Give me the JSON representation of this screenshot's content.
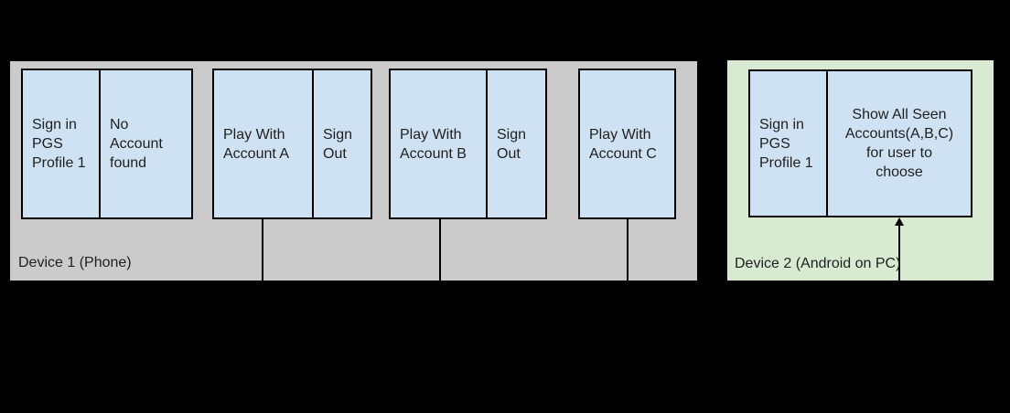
{
  "colors": {
    "background": "#000000",
    "device1-fill": "#cbcbcb",
    "device2-fill": "#d9ead3",
    "box-fill": "#cfe2f3",
    "box-border": "#000000",
    "text": "#1f1f1f"
  },
  "device1": {
    "label": "Device 1 (Phone)",
    "groups": [
      {
        "cells": [
          {
            "text": "Sign in\nPGS\nProfile 1"
          },
          {
            "text": "No\nAccount\nfound"
          }
        ]
      },
      {
        "cells": [
          {
            "text": "Play With\nAccount A"
          },
          {
            "text": "Sign\nOut"
          }
        ]
      },
      {
        "cells": [
          {
            "text": "Play With\nAccount B"
          },
          {
            "text": "Sign\nOut"
          }
        ]
      },
      {
        "cells": [
          {
            "text": "Play With\nAccount C"
          }
        ]
      }
    ]
  },
  "device2": {
    "label": "Device 2 (Android on PC)",
    "cells": [
      {
        "text": "Sign in\nPGS\nProfile 1"
      },
      {
        "text": "Show All Seen\nAccounts(A,B,C)\nfor user to\nchoose"
      }
    ]
  }
}
